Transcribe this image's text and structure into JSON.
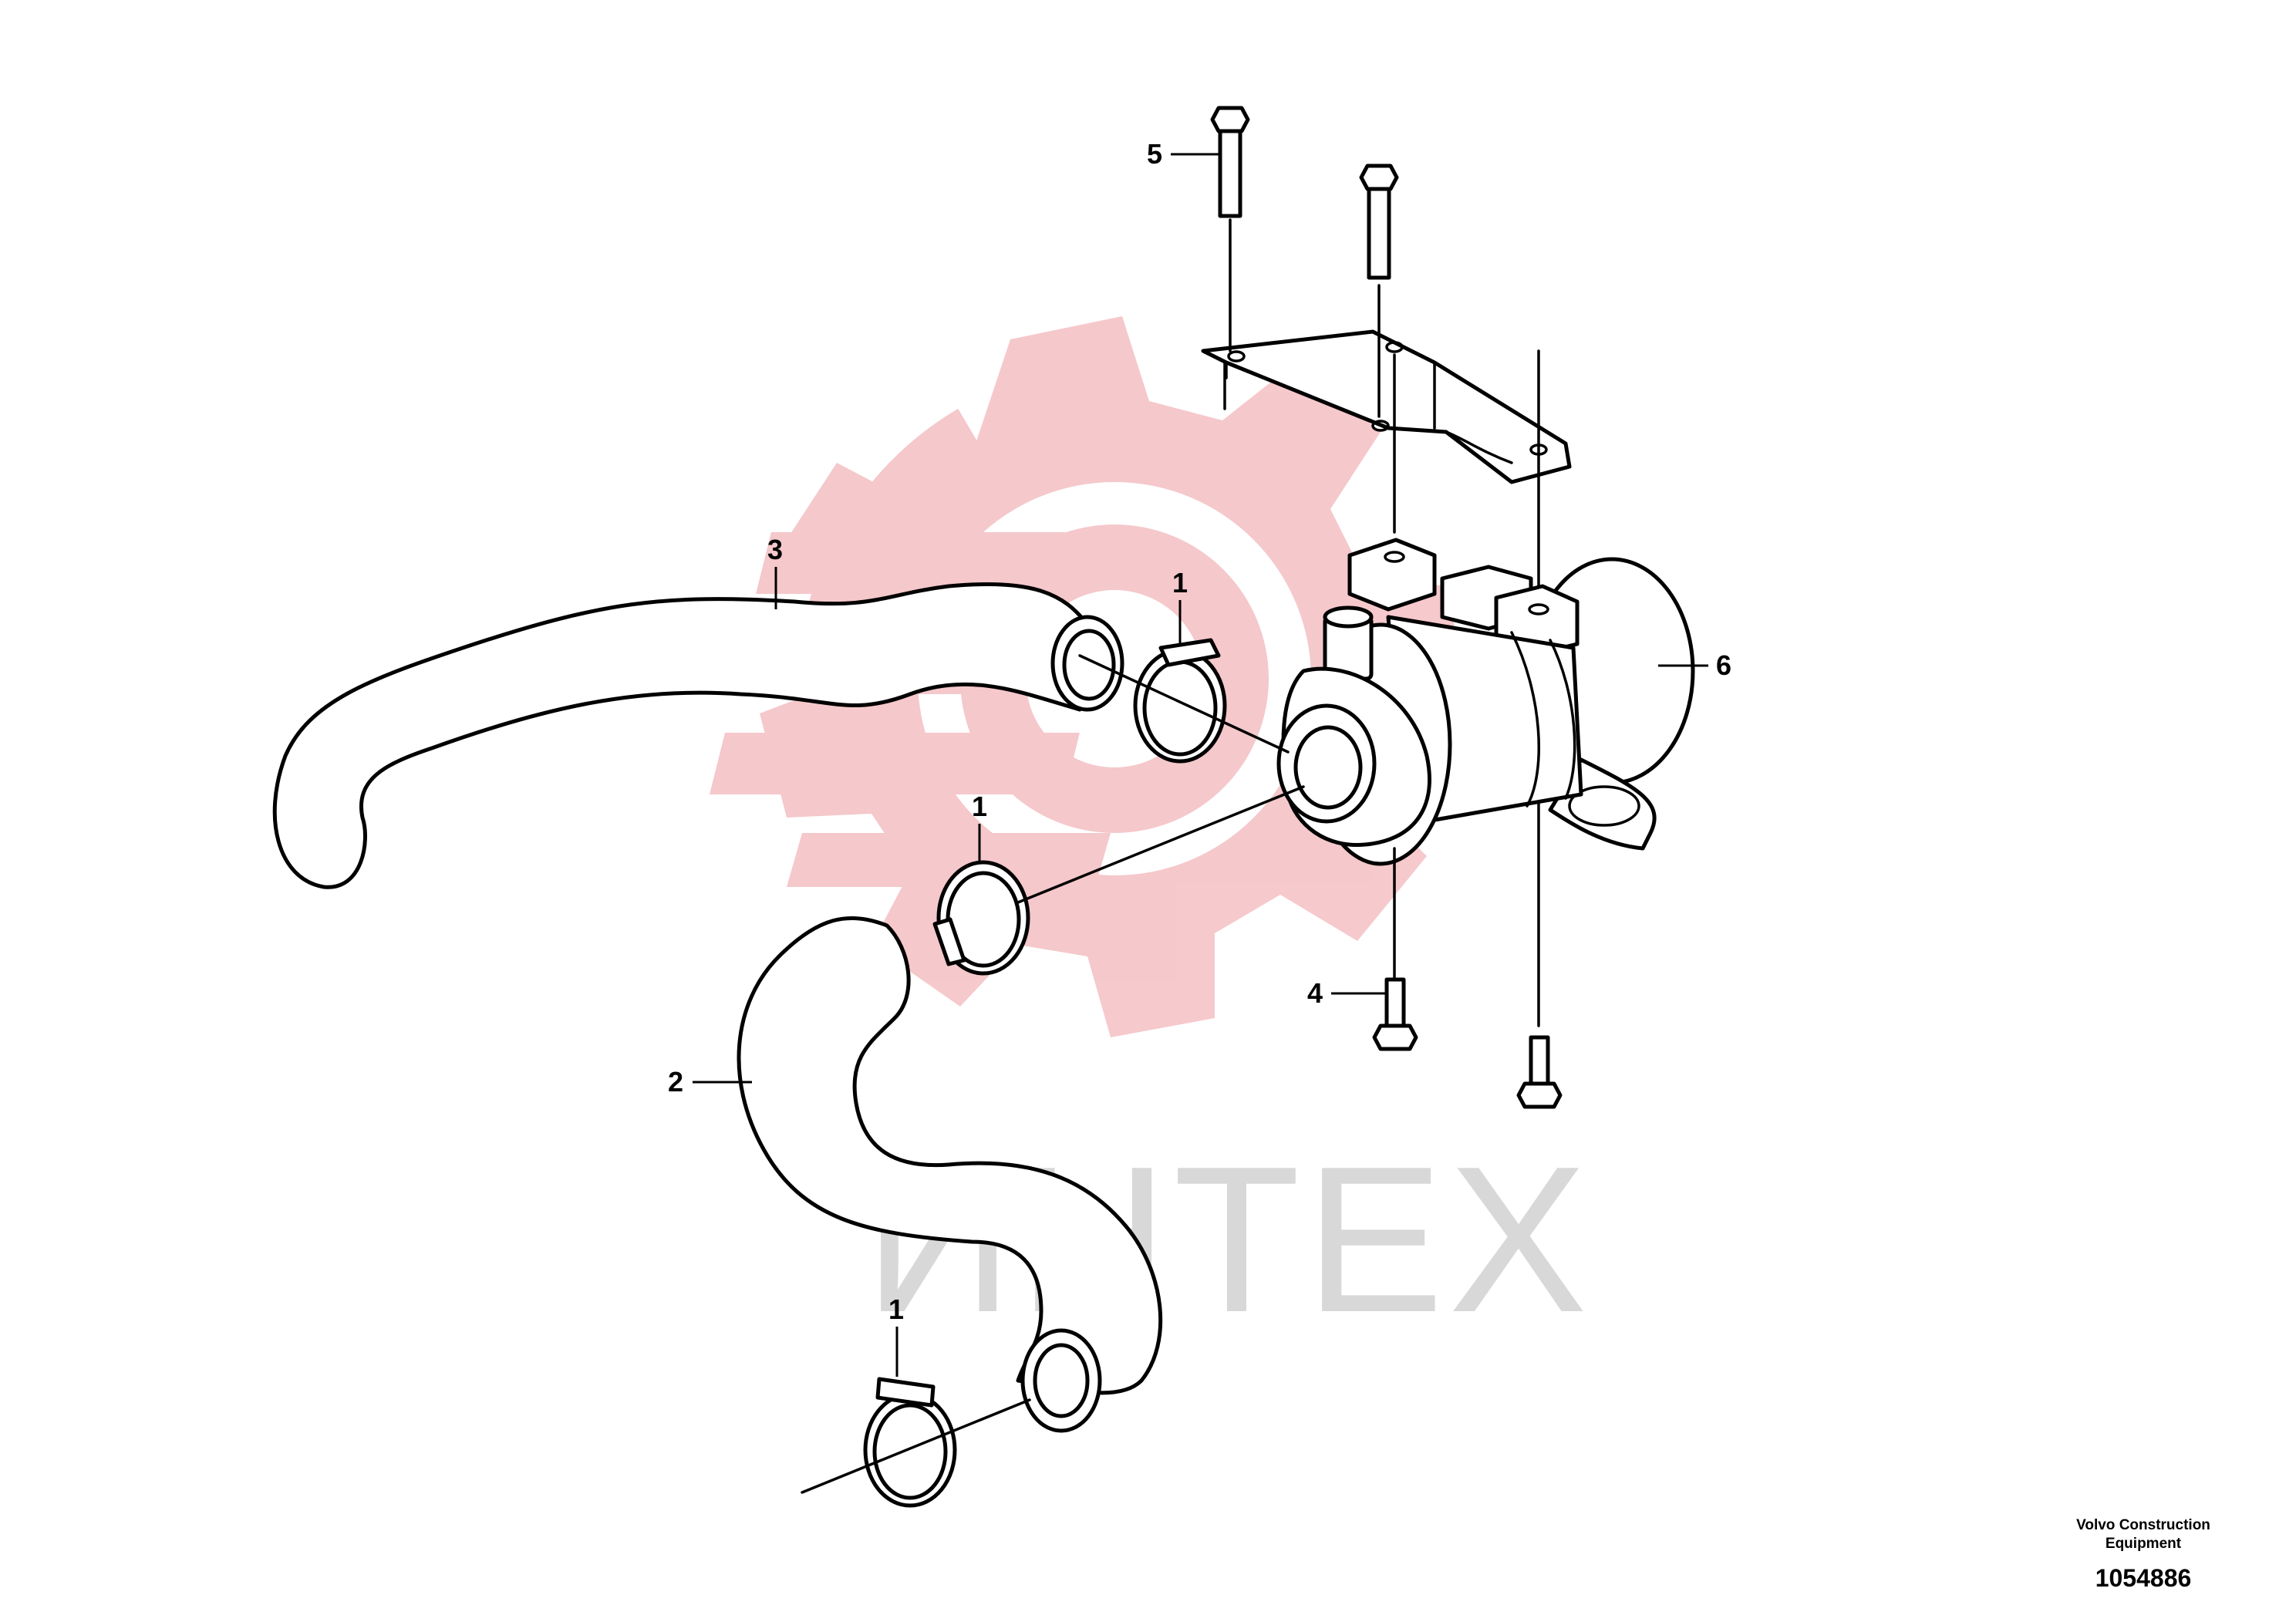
{
  "watermark": {
    "text": "ИНТЕХ",
    "logo_color": "#f5c6c9",
    "text_color": "#d8d8d8"
  },
  "callouts": {
    "clamp_top": "1",
    "clamp_mid": "1",
    "clamp_bottom": "1",
    "hose_lower": "2",
    "hose_upper": "3",
    "bolt_lower": "4",
    "bolt_upper": "5",
    "pump": "6"
  },
  "footer": {
    "company_line1": "Volvo Construction",
    "company_line2": "Equipment",
    "reference_number": "1054886"
  }
}
